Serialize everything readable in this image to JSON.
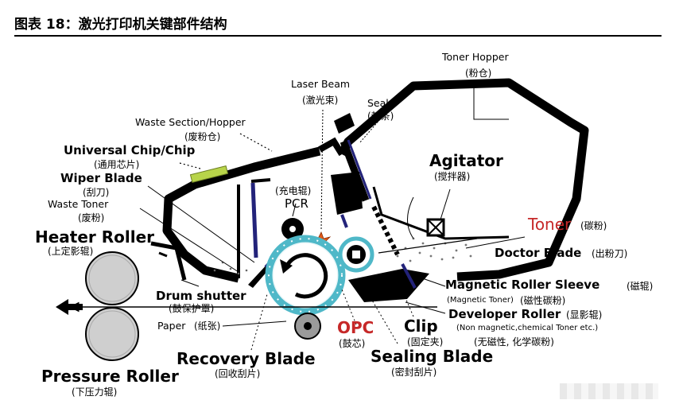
{
  "title": "图表 18：激光打印机关键部件结构",
  "labels": {
    "toner_hopper": {
      "en": "Toner Hopper",
      "zh": "(粉仓)"
    },
    "laser_beam": {
      "en": "Laser Beam",
      "zh": "(激光束)"
    },
    "seal": {
      "en": "Seal",
      "zh": "(封条)"
    },
    "waste_section": {
      "en": "Waste Section/Hopper",
      "zh": "(废粉仓)"
    },
    "universal_chip": {
      "en": "Universal Chip/Chip",
      "zh": "(通用芯片)"
    },
    "wiper_blade": {
      "en": "Wiper Blade",
      "zh": "(刮刀)"
    },
    "waste_toner": {
      "en": "Waste Toner",
      "zh": "(废粉)"
    },
    "agitator": {
      "en": "Agitator",
      "zh": "(搅拌器)"
    },
    "pcr": {
      "zh": "(充电辊)",
      "en": "PCR"
    },
    "heater_roller": {
      "en": "Heater Roller",
      "zh": "(上定影辊)"
    },
    "toner": {
      "en": "Toner",
      "zh": "(碳粉)"
    },
    "doctor_blade": {
      "en": "Doctor Blade",
      "zh": "(出粉刀)"
    },
    "drum_shutter": {
      "en": "Drum shutter",
      "zh": "(鼓保护罩)"
    },
    "magnetic_roller_sleeve": {
      "en": "Magnetic Roller Sleeve",
      "zh": "(磁辊)"
    },
    "magnetic_toner": {
      "en": "(Magnetic Toner)",
      "zh": "(磁性碳粉)"
    },
    "developer_roller": {
      "en": "Developer Roller",
      "zh": "(显影辊)"
    },
    "non_magnetic": {
      "en": "(Non magnetic,chemical Toner etc.)",
      "zh": "(无磁性, 化学碳粉)"
    },
    "paper": {
      "en": "Paper",
      "zh": "(纸张)"
    },
    "opc": {
      "en": "OPC",
      "zh": "(鼓芯)"
    },
    "clip": {
      "en": "Clip",
      "zh": "(固定夹)"
    },
    "recovery_blade": {
      "en": "Recovery Blade",
      "zh": "(回收刮片)"
    },
    "sealing_blade": {
      "en": "Sealing Blade",
      "zh": "(密封刮片)"
    },
    "pressure_roller": {
      "en": "Pressure Roller",
      "zh": "(下压力辊)"
    }
  },
  "colors": {
    "opc_ring": "#4fb8c8",
    "accent_red": "#c62828",
    "blade_blue": "#23237a",
    "chip_green": "#b8d44a"
  }
}
